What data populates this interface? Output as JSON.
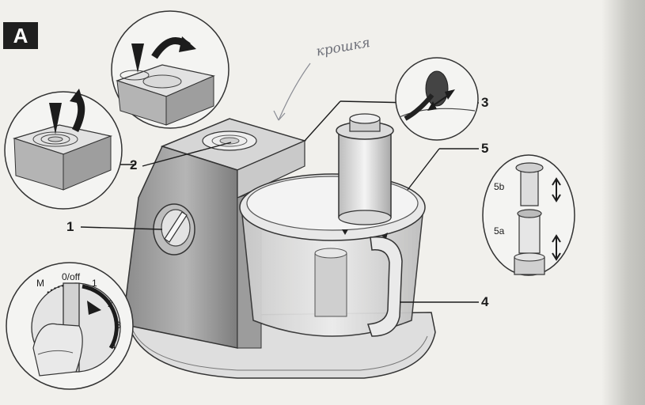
{
  "figure": {
    "badge": "A",
    "handwritten_note": "крошкя"
  },
  "callouts": [
    {
      "id": "1",
      "text": "1"
    },
    {
      "id": "2",
      "text": "2"
    },
    {
      "id": "3",
      "text": "3"
    },
    {
      "id": "4",
      "text": "4"
    },
    {
      "id": "5",
      "text": "5"
    }
  ],
  "pusher_parts": {
    "upper": "5b",
    "lower": "5a"
  },
  "dial_scale": {
    "off": "0/off",
    "momentary": "M",
    "speeds": [
      "1",
      "2",
      "3",
      "4"
    ]
  },
  "colors": {
    "ink": "#1c1c1c",
    "badge_bg": "#1f1f1f",
    "paper": "#f1f0ec",
    "body_grey": "#9b9b9b",
    "bowl_tint": "#dcdcdc"
  }
}
